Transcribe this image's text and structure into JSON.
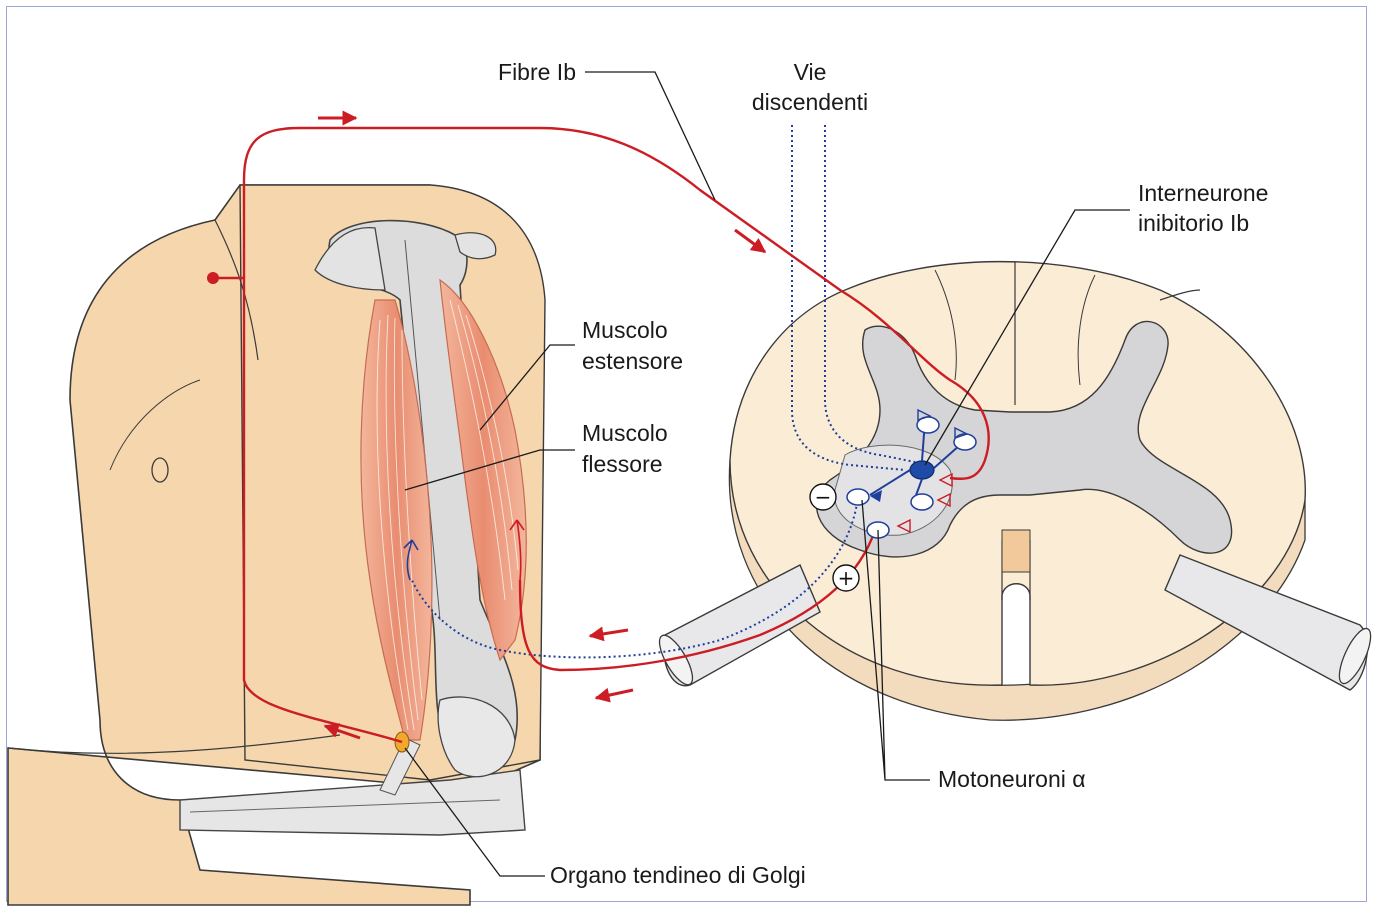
{
  "labels": {
    "fibre_ib": "Fibre Ib",
    "vie_discendenti_line1": "Vie",
    "vie_discendenti_line2": "discendenti",
    "interneurone_line1": "Interneurone",
    "interneurone_line2": "inibitorio Ib",
    "muscolo_estensore_line1": "Muscolo",
    "muscolo_estensore_line2": "estensore",
    "muscolo_flessore_line1": "Muscolo",
    "muscolo_flessore_line2": "flessore",
    "motoneuroni": "Motoneuroni α",
    "organo_golgi": "Organo tendineo di Golgi"
  },
  "signs": {
    "inhibitory": "−",
    "excitatory": "+"
  },
  "colors": {
    "skin": "#f6d7ad",
    "skin_outline": "#3a3a3a",
    "bone": "#dcdcdc",
    "muscle": "#eea184",
    "afferent_red": "#cc1d24",
    "descending_blue": "#1f3f9a",
    "spinal_white_matter": "#fbecd6",
    "spinal_grey_matter": "#d5d5d7",
    "frame_border": "#9da6d8"
  }
}
